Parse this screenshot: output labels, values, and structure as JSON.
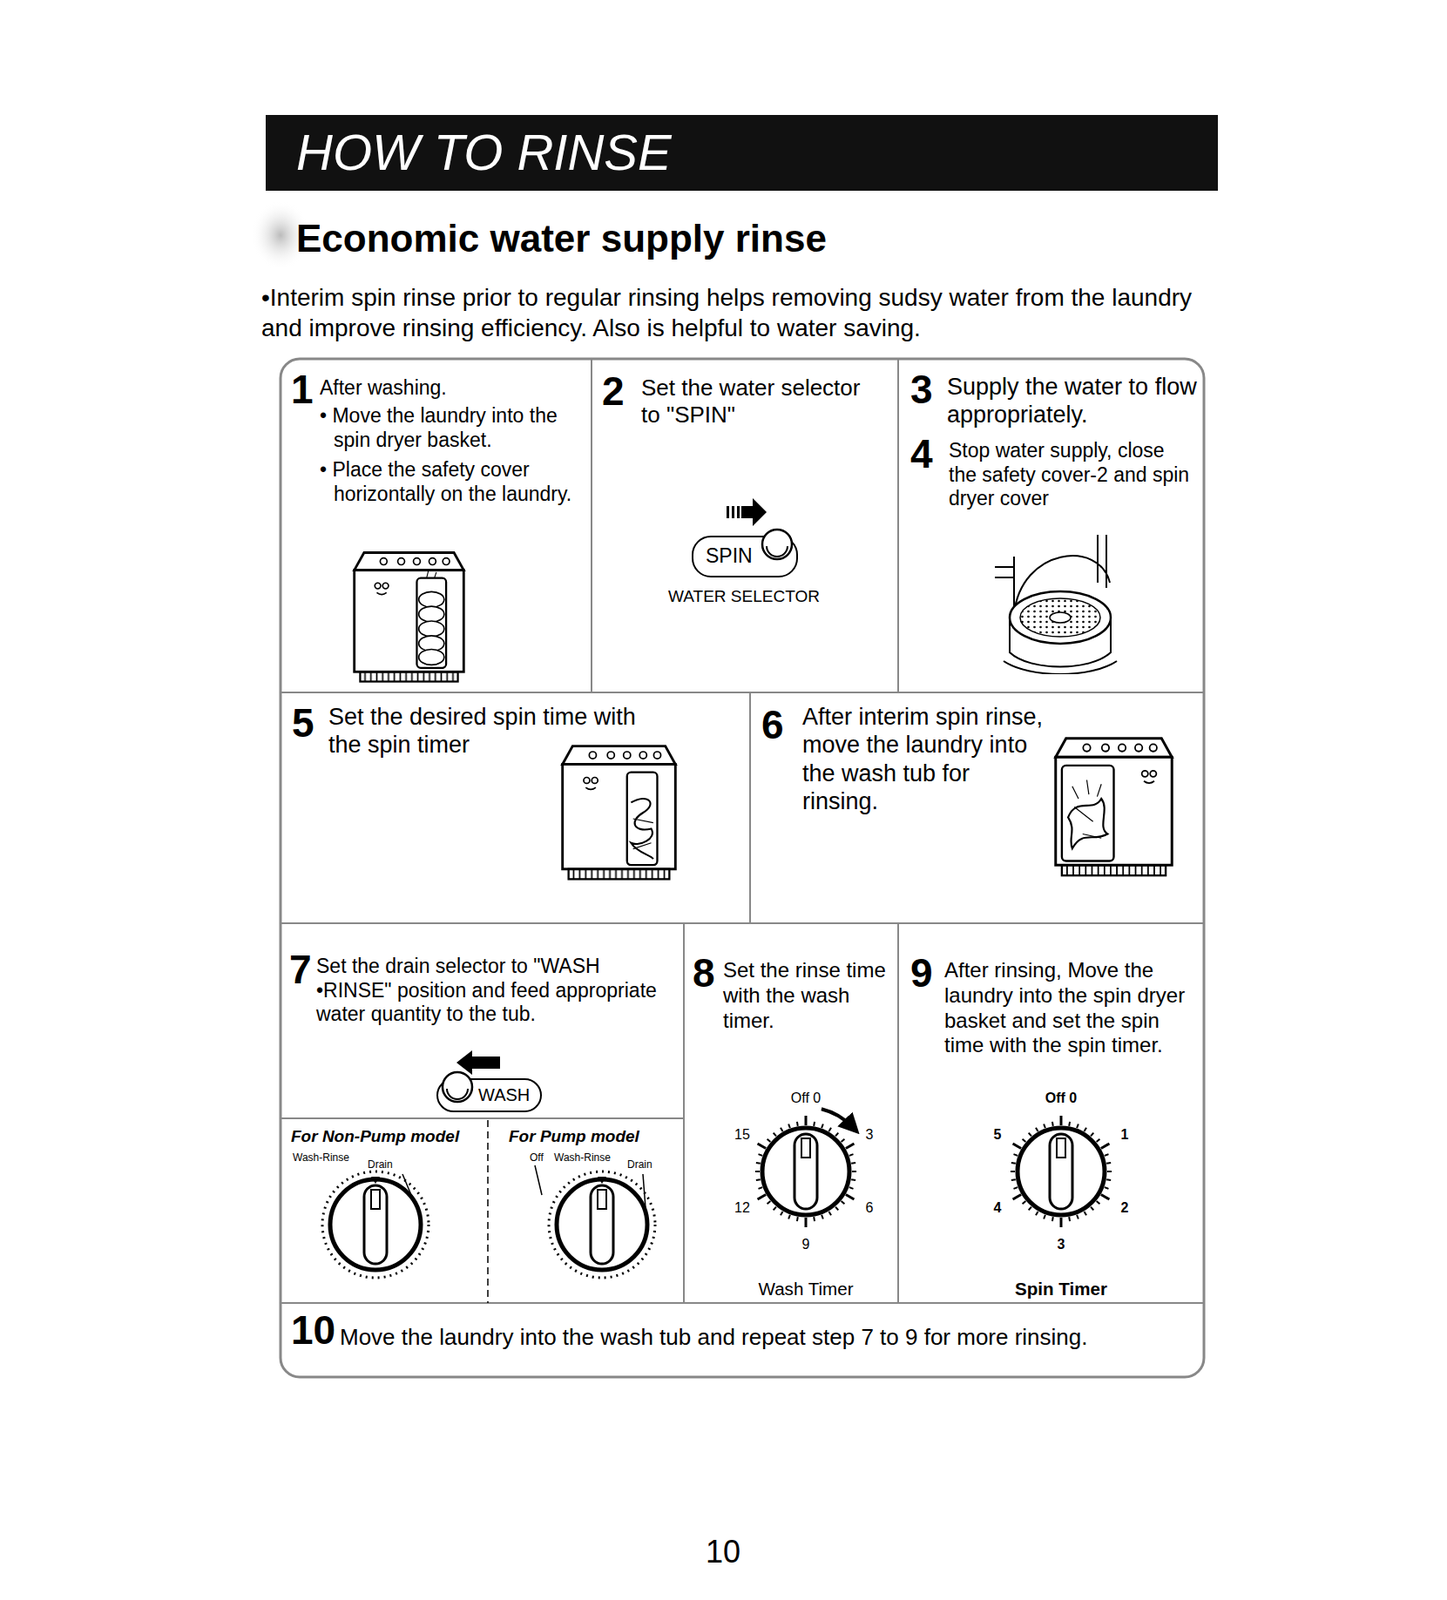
{
  "diagram": {
    "title": "HOW TO RINSE",
    "nodes": [
      {
        "text": [
          "1",
          "After washing.",
          "• Move the laundry into the spin dryer basket.",
          "• Place the safety cover horizontally on the laundry."
        ]
      },
      {
        "text": [
          "2",
          "Set the water selector to \"SPIN\"",
          "WATER SELECTOR"
        ]
      },
      {
        "text": [
          "SPIN"
        ],
        "in": 1
      },
      {
        "text": [
          "3",
          "Supply the water to flow appropriately.",
          "4",
          "Stop water supply, close the safety cover-2 and spin dryer cover"
        ]
      },
      {
        "text": [
          "5",
          "Set the desired spin time with the spin timer"
        ]
      },
      {
        "text": [
          "6",
          "After interim spin rinse, move the laundry into the wash tub for rinsing."
        ]
      },
      {
        "text": [
          "7",
          "Set the drain selector to \"WASH •RINSE\" position and feed appropriate water quantity to the tub."
        ]
      },
      {
        "text": [
          "WASH"
        ],
        "in": 6
      },
      {
        "text": [
          "For Non-Pump model",
          "Wash-Rinse",
          "Drain"
        ],
        "in": 6
      },
      {
        "text": [
          "For Pump model",
          "Off",
          "Wash-Rinse",
          "Drain"
        ],
        "in": 6
      },
      {
        "text": [
          "8",
          "Set the rinse time with the wash timer.",
          "Off 0",
          "3",
          "6",
          "9",
          "12",
          "15",
          "Wash Timer"
        ]
      },
      {
        "text": [
          "9",
          "After rinsing, Move the laundry into the spin dryer basket and set the spin time with the spin timer.",
          "Off 0",
          "1",
          "2",
          "3",
          "4",
          "5",
          "Spin Timer"
        ]
      },
      {
        "text": [
          "10",
          "Move the laundry into the wash tub and repeat step 7 to 9 for more rinsing."
        ]
      }
    ],
    "labels": [
      "Economic water supply rinse",
      "•Interim spin rinse prior to regular rinsing helps removing sudsy water from the laundry and improve rinsing efficiency. Also is helpful to water saving.",
      "10"
    ]
  }
}
